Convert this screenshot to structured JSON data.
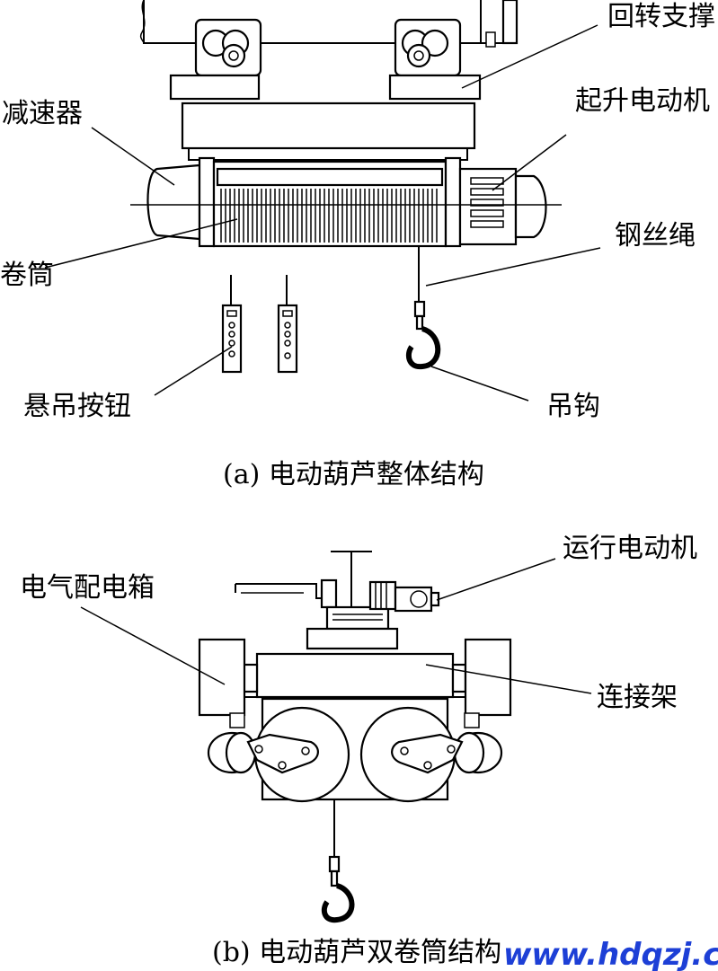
{
  "figure_a": {
    "labels": {
      "slewing_bearing": "回转支撑",
      "reducer": "减速器",
      "hoist_motor": "起升电动机",
      "wire_rope": "钢丝绳",
      "drum": "卷筒",
      "pendant_button": "悬吊按钮",
      "hook": "吊钩"
    },
    "caption": "(a) 电动葫芦整体结构"
  },
  "figure_b": {
    "labels": {
      "travel_motor": "运行电动机",
      "electrical_box": "电气配电箱",
      "connecting_frame": "连接架"
    },
    "caption": "(b) 电动葫芦双卷筒结构"
  },
  "watermark": "www.hdqzj.com",
  "colors": {
    "line": "#000000",
    "background": "#ffffff",
    "watermark": "#1d3fd6"
  }
}
